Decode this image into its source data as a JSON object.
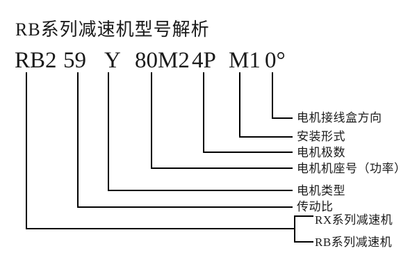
{
  "title": "RB系列减速机型号解析",
  "model_code": {
    "full": "RB2 59 Y 80M2 4P M1 0°",
    "segments": [
      {
        "text": "RB2"
      },
      {
        "text": "59"
      },
      {
        "text": "Y"
      },
      {
        "text": "80M2"
      },
      {
        "text": "4P"
      },
      {
        "text": "M1"
      },
      {
        "text": "0°"
      }
    ]
  },
  "callouts": [
    {
      "for_segment": "0°",
      "label": "电机接线盒方向"
    },
    {
      "for_segment": "M1",
      "label": "安装形式"
    },
    {
      "for_segment": "4P",
      "label": "电机极数"
    },
    {
      "for_segment": "80M2",
      "label": "电机机座号（功率）"
    },
    {
      "for_segment": "Y",
      "label": "电机类型"
    },
    {
      "for_segment": "59",
      "label": "传动比"
    }
  ],
  "series_branch": {
    "for_segment": "RB2",
    "options": [
      {
        "label": "RX系列减速机"
      },
      {
        "label": "RB系列减速机"
      }
    ]
  },
  "colors": {
    "background": "#ffffff",
    "line": "#000000",
    "text": "#1a1a1a"
  }
}
